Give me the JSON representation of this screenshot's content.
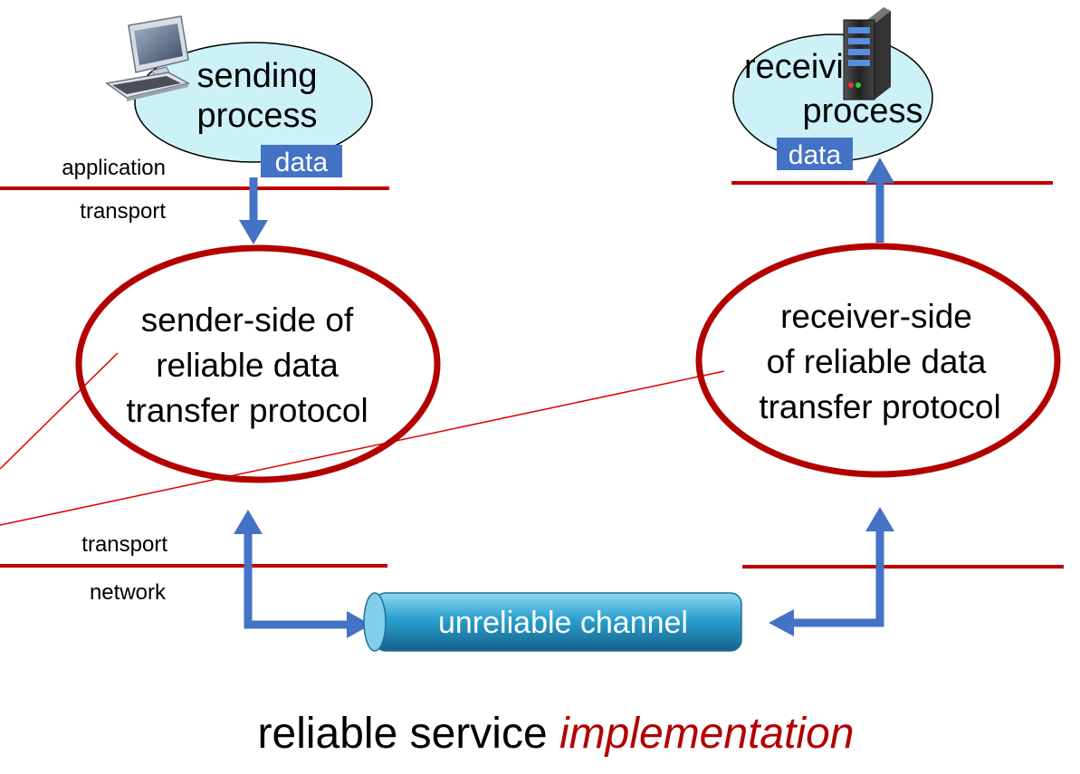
{
  "sender": {
    "process_line1": "sending",
    "process_line2": "process",
    "data_tag": "data",
    "protocol_line1": "sender-side of",
    "protocol_line2": "reliable data",
    "protocol_line3": "transfer protocol"
  },
  "receiver": {
    "process_line1": "receiving",
    "process_line2": "process",
    "data_tag": "data",
    "protocol_line1": "receiver-side",
    "protocol_line2": "of reliable data",
    "protocol_line3": "transfer protocol"
  },
  "layers": {
    "application": "application",
    "transport_top": "transport",
    "transport_bottom": "transport",
    "network": "network"
  },
  "channel": {
    "label": "unreliable channel"
  },
  "caption": {
    "normal": "reliable service ",
    "emphasis": "implementation"
  },
  "colors": {
    "protocol_ellipse_stroke": "#b30000",
    "layer_line": "#c00000",
    "arrow": "#4472c4",
    "data_tag": "#4472c4",
    "process_bubble": "#ccf2f8",
    "caption_emphasis": "#b30000",
    "channel_pipe": "#2aa0cf"
  },
  "icons": {
    "sender_host": "desktop-computer-icon",
    "receiver_host": "server-tower-icon"
  }
}
